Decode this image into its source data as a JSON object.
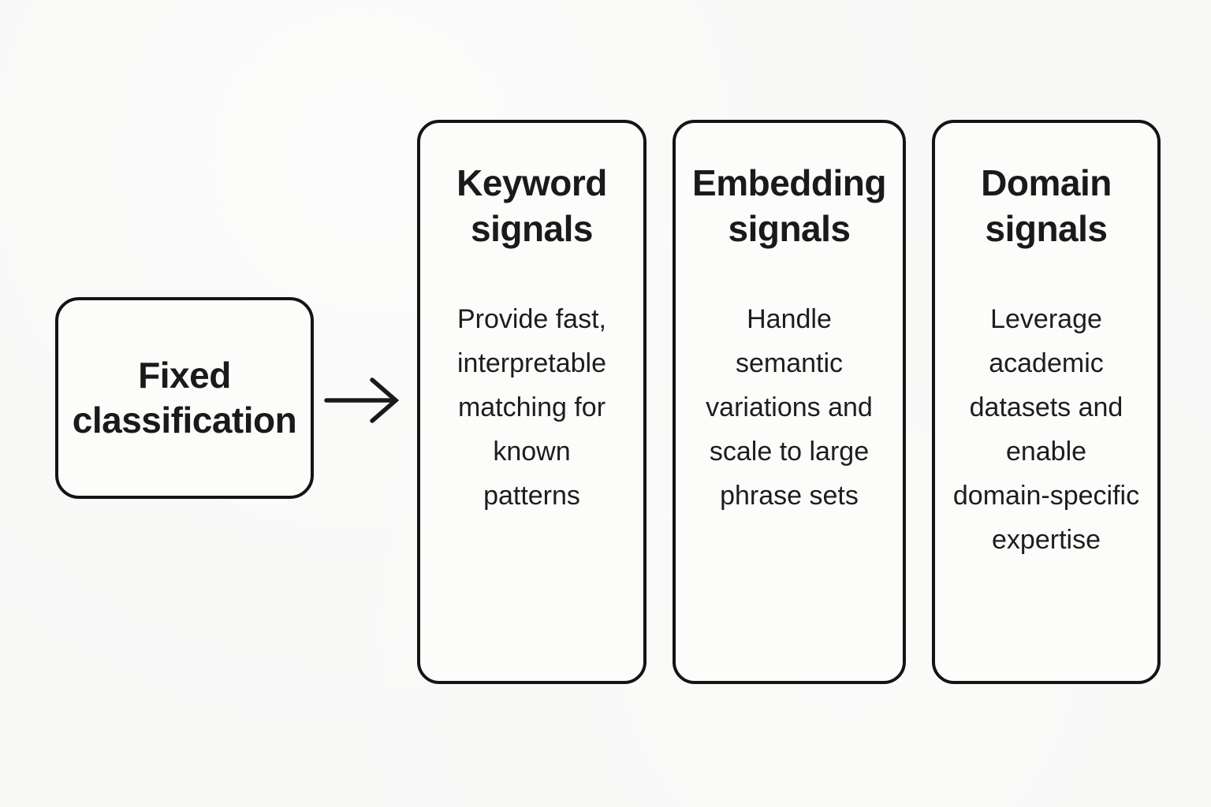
{
  "colors": {
    "background": "#f8f8f7",
    "box_fill": "#fcfcfb",
    "stroke": "#141414",
    "text": "#1a1a1a"
  },
  "source_box": {
    "label_lines": [
      "Fixed",
      "classification"
    ]
  },
  "arrow_icon": "right-arrow",
  "cards": [
    {
      "title_lines": [
        "Keyword",
        "signals"
      ],
      "body_lines": [
        "Provide fast,",
        "interpretable",
        "matching for",
        "known",
        "patterns"
      ]
    },
    {
      "title_lines": [
        "Embedding",
        "signals"
      ],
      "body_lines": [
        "Handle",
        "semantic",
        "variations and",
        "scale to large",
        "phrase sets"
      ]
    },
    {
      "title_lines": [
        "Domain",
        "signals"
      ],
      "body_lines": [
        "Leverage",
        "academic",
        "datasets and",
        "enable",
        "domain-specific",
        "expertise"
      ]
    }
  ]
}
